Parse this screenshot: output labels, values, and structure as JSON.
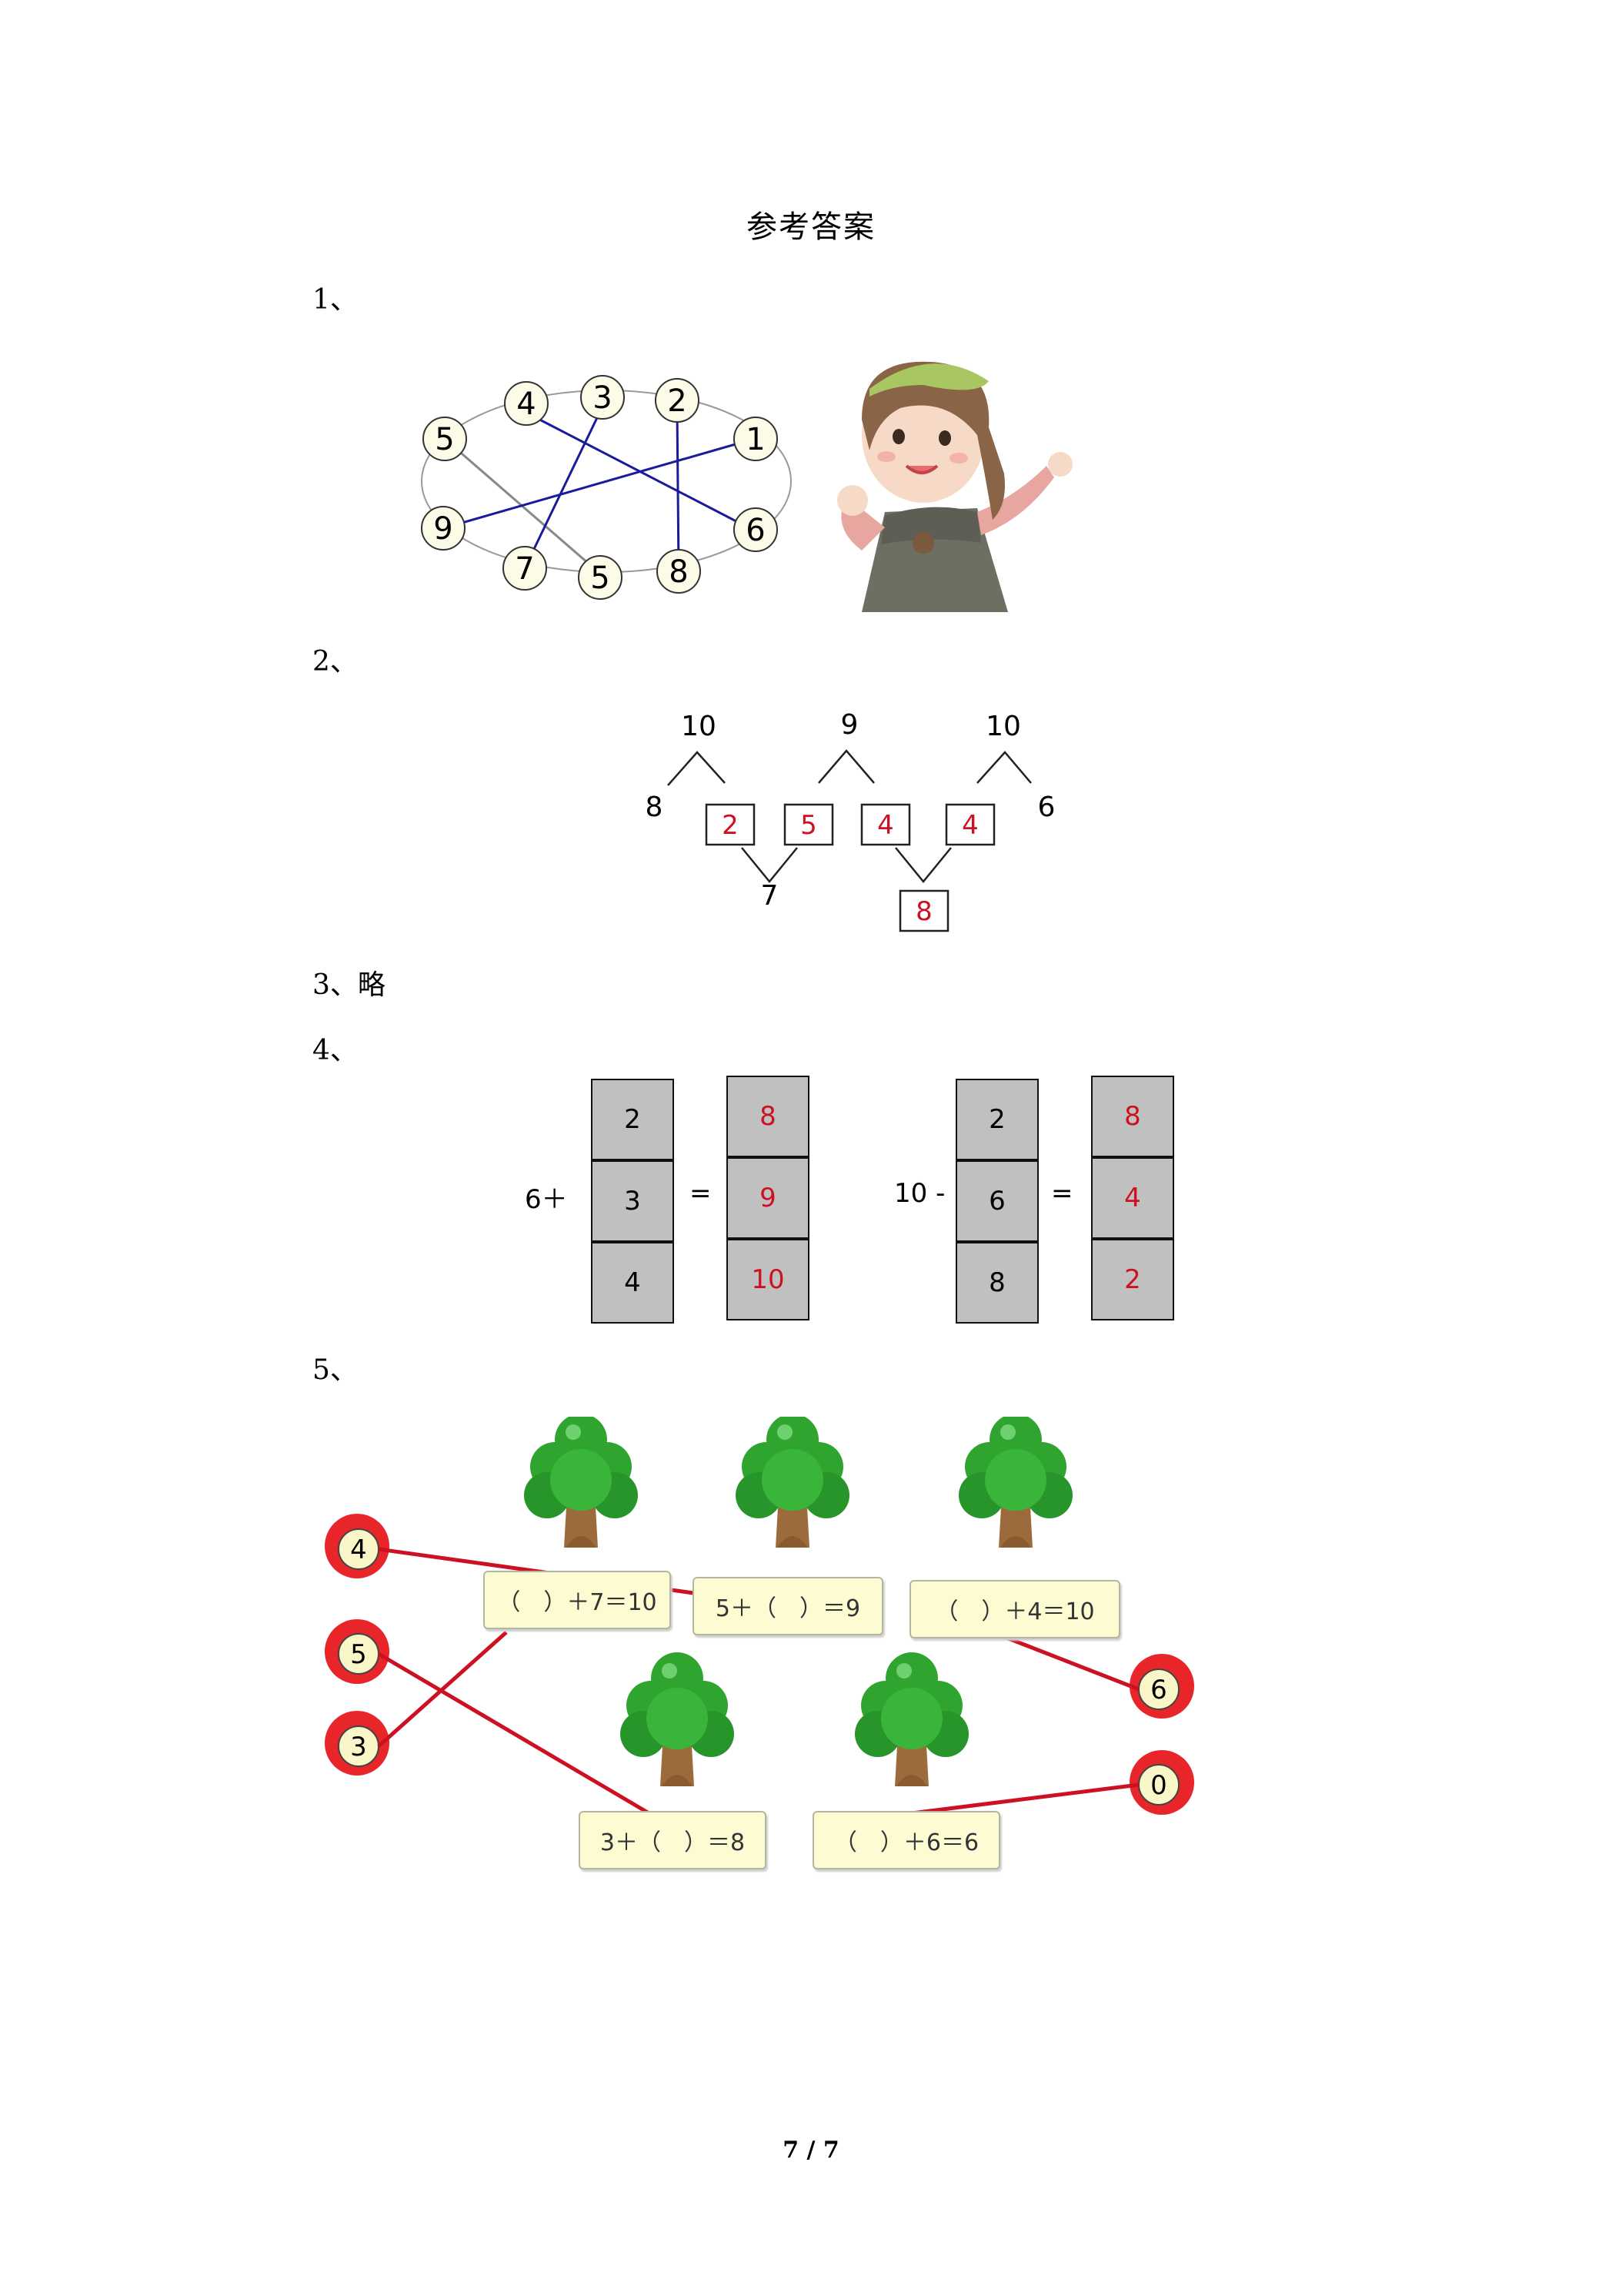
{
  "title": "参考答案",
  "questions": {
    "q1": "1、",
    "q2": "2、",
    "q3": "3、略",
    "q4": "4、",
    "q5": "5、"
  },
  "q1": {
    "nodes": [
      {
        "id": "n4",
        "label": "4"
      },
      {
        "id": "n3",
        "label": "3"
      },
      {
        "id": "n2",
        "label": "2"
      },
      {
        "id": "n1",
        "label": "1"
      },
      {
        "id": "n5a",
        "label": "5"
      },
      {
        "id": "n9",
        "label": "9"
      },
      {
        "id": "n7",
        "label": "7"
      },
      {
        "id": "n5b",
        "label": "5"
      },
      {
        "id": "n8",
        "label": "8"
      },
      {
        "id": "n6",
        "label": "6"
      }
    ],
    "line_color_given": "#888888",
    "line_color_answer": "#1a1a9c",
    "pairs": [
      [
        "5",
        "5"
      ],
      [
        "4",
        "6"
      ],
      [
        "3",
        "7"
      ],
      [
        "2",
        "8"
      ],
      [
        "1",
        "9"
      ]
    ]
  },
  "q2": {
    "top": [
      "10",
      "9",
      "10"
    ],
    "given_left": "8",
    "given_right": "6",
    "given_bottom": "7",
    "answers": [
      "2",
      "5",
      "4",
      "4",
      "8"
    ]
  },
  "q4": {
    "left": {
      "op": "6＋",
      "addends": [
        "2",
        "3",
        "4"
      ],
      "eq": "=",
      "results": [
        "8",
        "9",
        "10"
      ]
    },
    "right": {
      "op": "10 -",
      "subtrahends": [
        "2",
        "6",
        "8"
      ],
      "eq": "=",
      "results": [
        "8",
        "4",
        "2"
      ]
    }
  },
  "q5": {
    "apples": [
      "4",
      "5",
      "3",
      "6",
      "0"
    ],
    "equations": [
      "（　）＋7＝10",
      "5＋（　）＝9",
      "（　）＋4＝10",
      "3＋（　）＝8",
      "（　）＋6＝6"
    ],
    "line_color": "#cc1122"
  },
  "footer": "7 / 7",
  "colors": {
    "answer_red": "#cc1122",
    "cell_gray": "#c0c0c0",
    "eq_box": "#fdfbd2",
    "tree_green": "#2fa52f",
    "trunk": "#9c6b3c"
  }
}
